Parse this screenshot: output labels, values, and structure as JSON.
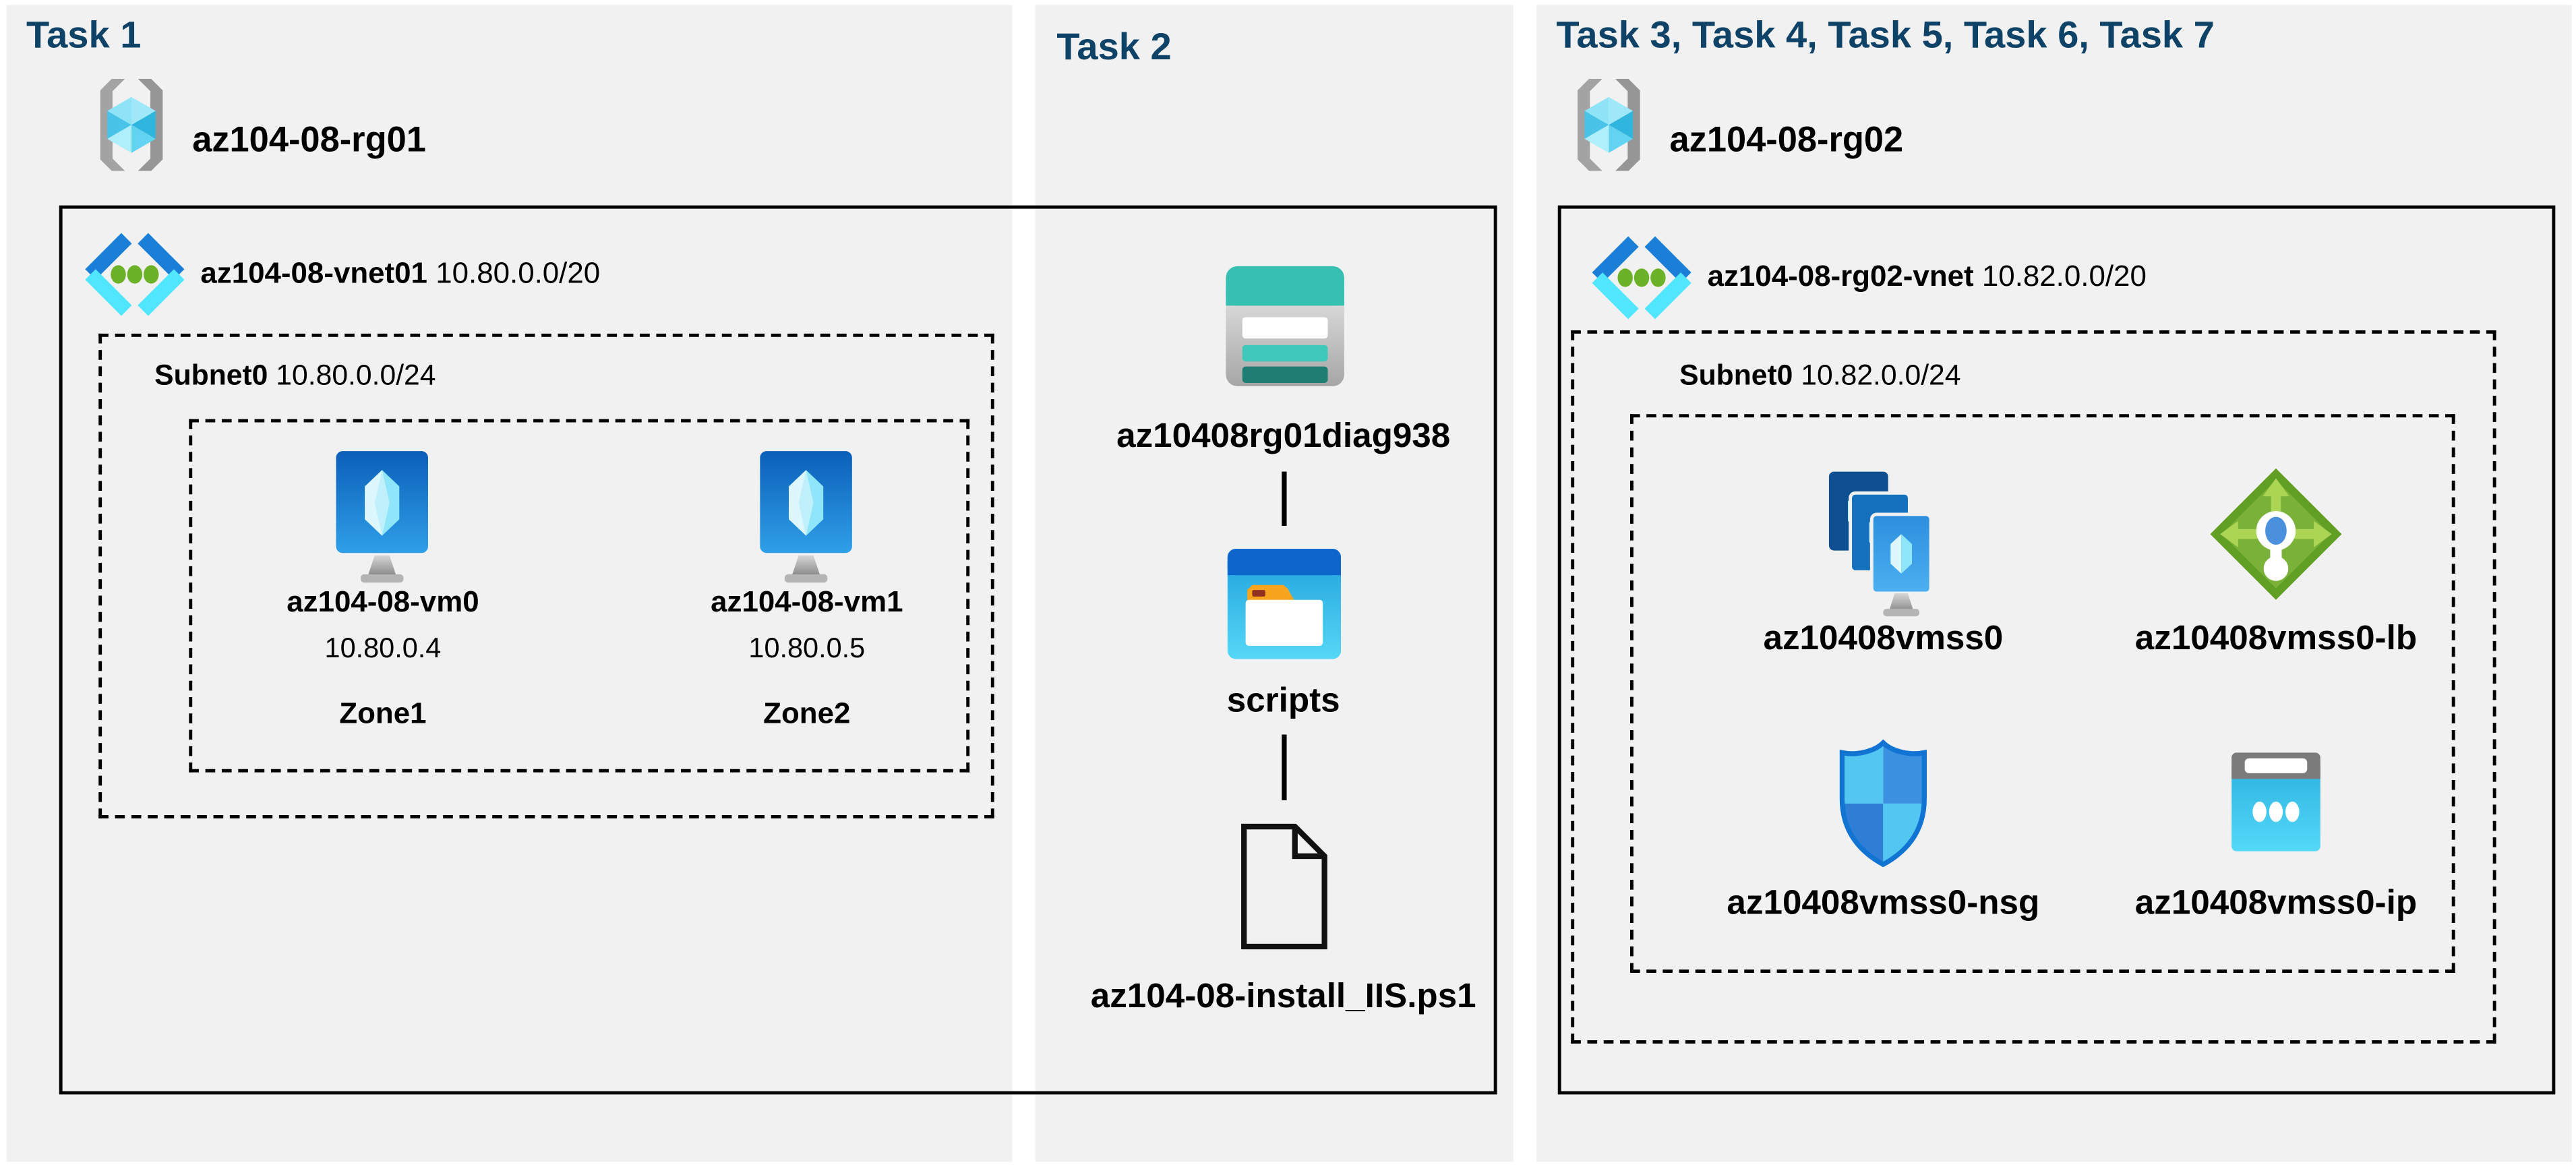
{
  "diagram": {
    "panels": {
      "task1": {
        "title": "Task 1",
        "resource_group": "az104-08-rg01",
        "vnet_name": "az104-08-vnet01",
        "vnet_cidr": "10.80.0.0/20",
        "subnet_name": "Subnet0",
        "subnet_cidr": "10.80.0.0/24",
        "vms": [
          {
            "name": "az104-08-vm0",
            "ip": "10.80.0.4",
            "zone": "Zone1"
          },
          {
            "name": "az104-08-vm1",
            "ip": "10.80.0.5",
            "zone": "Zone2"
          }
        ]
      },
      "task2": {
        "title": "Task 2",
        "storage_account": "az10408rg01diag938",
        "container": "scripts",
        "script_file": "az104-08-install_IIS.ps1"
      },
      "task3_7": {
        "title": "Task 3, Task 4, Task 5, Task 6, Task 7",
        "resource_group": "az104-08-rg02",
        "vnet_name": "az104-08-rg02-vnet",
        "vnet_cidr": "10.82.0.0/20",
        "subnet_name": "Subnet0",
        "subnet_cidr": "10.82.0.0/24",
        "resources": [
          {
            "name": "az10408vmss0",
            "type": "virtual-machine-scale-set"
          },
          {
            "name": "az10408vmss0-lb",
            "type": "load-balancer"
          },
          {
            "name": "az10408vmss0-nsg",
            "type": "network-security-group"
          },
          {
            "name": "az10408vmss0-ip",
            "type": "public-ip-address"
          }
        ]
      }
    },
    "colors": {
      "background": "#ffffff",
      "panel_bg": "#f1f1f1",
      "title_text": "#0e4266",
      "label_text": "#000000",
      "border": "#000000",
      "vnet_blue": "#1b7fd8",
      "vnet_cyan": "#50e6ff",
      "vnet_dot_green": "#6cb229",
      "lb_green": "#7ab139",
      "storage_teal": "#35c0b2",
      "ip_cyan": "#38c4ee",
      "nsg_blue": "#3b90e0"
    }
  }
}
